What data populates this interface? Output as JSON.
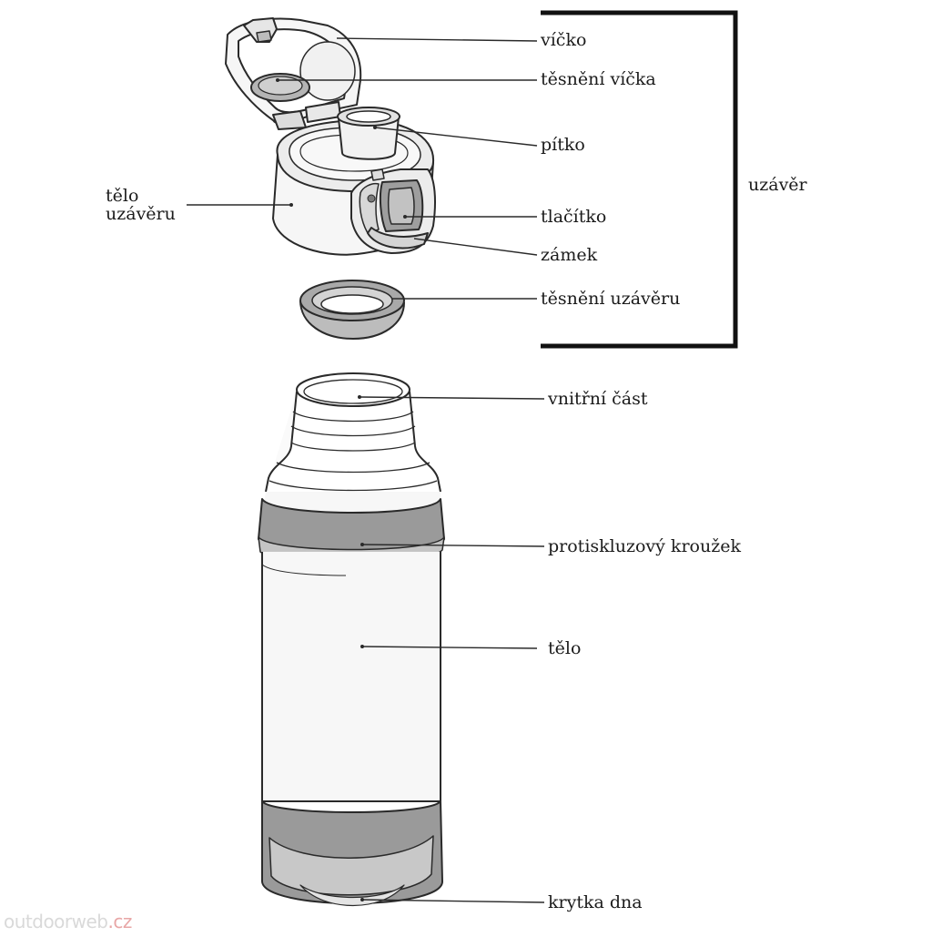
{
  "diagram": {
    "group_label": "uzávěr",
    "labels": {
      "vicko": "víčko",
      "tesneni_vicka": "těsnění víčka",
      "pitko": "pítko",
      "telo_uzaveru_line1": "tělo",
      "telo_uzaveru_line2": "uzávěru",
      "tlacitko": "tlačítko",
      "zamek": "zámek",
      "tesneni_uzaveru": "těsnění uzávěru",
      "vnitrni_cast": "vnitřní část",
      "protiskluzovy_krouzek": "protiskluzový kroužek",
      "telo": "tělo",
      "krytka_dna": "krytka dna"
    },
    "colors": {
      "outline": "#2a2a2a",
      "grey_band": "#9a9a9a",
      "light_grey": "#c8c8c8",
      "body_fill": "#f7f7f7"
    }
  },
  "watermark": {
    "main": "outdoorweb",
    "suffix": ".cz"
  }
}
